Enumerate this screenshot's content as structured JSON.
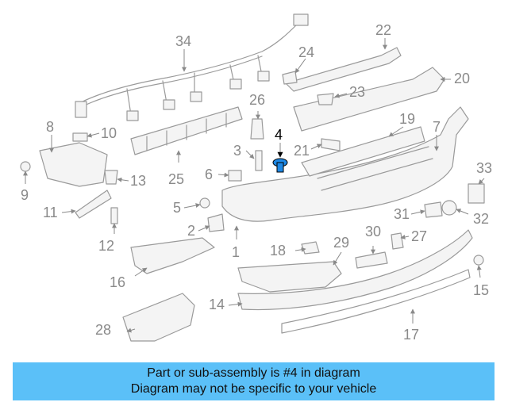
{
  "diagram": {
    "highlighted_part": "4",
    "highlight_color": "#1e88e5",
    "callouts": [
      "1",
      "2",
      "3",
      "4",
      "5",
      "6",
      "7",
      "8",
      "9",
      "10",
      "11",
      "12",
      "13",
      "14",
      "15",
      "16",
      "17",
      "18",
      "19",
      "20",
      "21",
      "22",
      "23",
      "24",
      "25",
      "26",
      "27",
      "28",
      "29",
      "30",
      "31",
      "32",
      "33",
      "34"
    ]
  },
  "caption": {
    "line1": "Part or sub-assembly is #4 in diagram",
    "line2": "Diagram may not be specific to your vehicle",
    "background": "#5bc0f8"
  }
}
